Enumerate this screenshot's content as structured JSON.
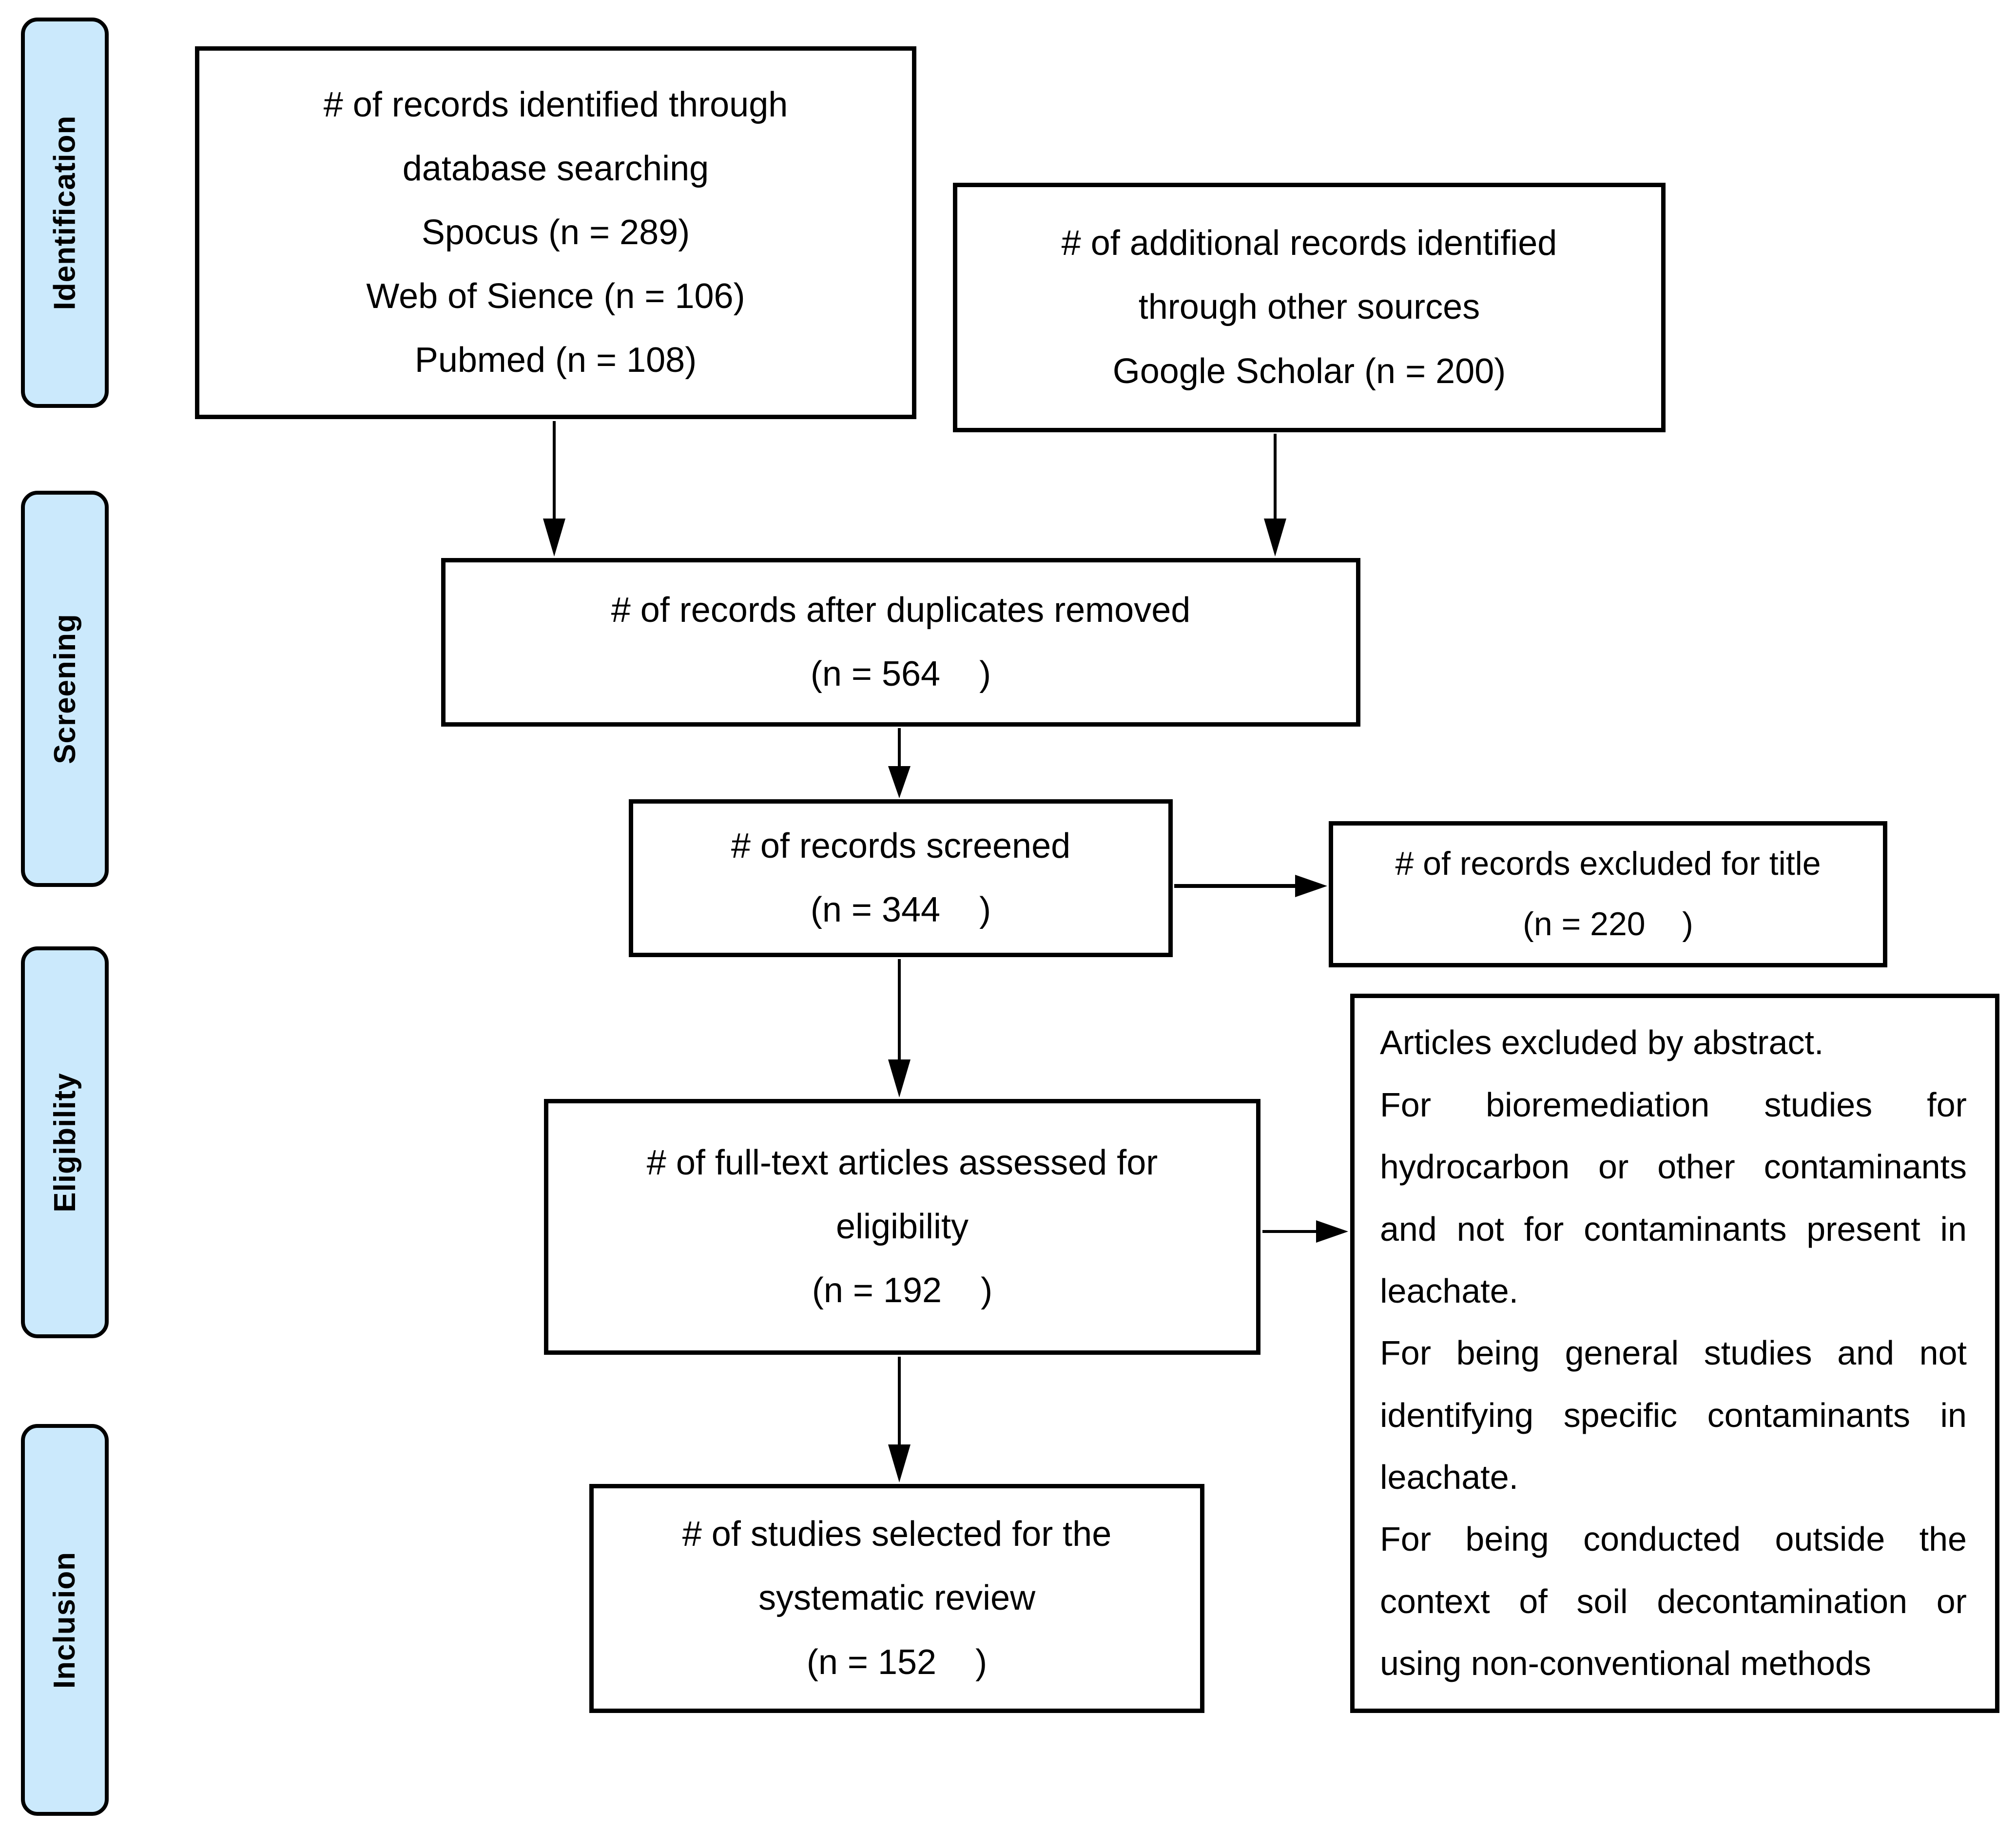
{
  "diagram": {
    "title": "PRISMA systematic review flow diagram",
    "colors": {
      "stage_fill": "#cbe9fc",
      "border": "#000000",
      "box_fill": "#ffffff",
      "text": "#000000"
    },
    "stages": [
      {
        "label": "Identification"
      },
      {
        "label": "Screening"
      },
      {
        "label": "Eligibility"
      },
      {
        "label": "Inclusion"
      }
    ],
    "boxes": {
      "identified": {
        "lines": [
          "# of records identified through",
          "database searching",
          "Spocus (n = 289)",
          "Web of Sience (n = 106)",
          "Pubmed (n = 108)"
        ]
      },
      "additional": {
        "lines": [
          "# of additional records identified",
          "through other sources",
          "Google Scholar (n = 200)"
        ]
      },
      "duplicates_removed": {
        "lines": [
          "# of records after duplicates removed",
          "(n = 564    )"
        ]
      },
      "screened": {
        "lines": [
          "# of records screened",
          "(n = 344    )"
        ]
      },
      "excluded_title": {
        "lines": [
          "# of records excluded for title",
          "(n = 220    )"
        ]
      },
      "fulltext_assessed": {
        "lines": [
          "# of full-text articles assessed for",
          "eligibility",
          "(n = 192    )"
        ]
      },
      "excluded_abstract": {
        "paragraphs": [
          "Articles excluded by abstract.",
          "For bioremediation studies for hydrocarbon or other contaminants and not for contaminants present in leachate.",
          "For being general studies and not identifying specific contaminants in leachate.",
          "For being conducted outside the context of soil decontamination or using non-conventional methods"
        ]
      },
      "selected": {
        "lines": [
          "# of studies selected for the",
          "systematic review",
          "(n = 152    )"
        ]
      }
    }
  }
}
